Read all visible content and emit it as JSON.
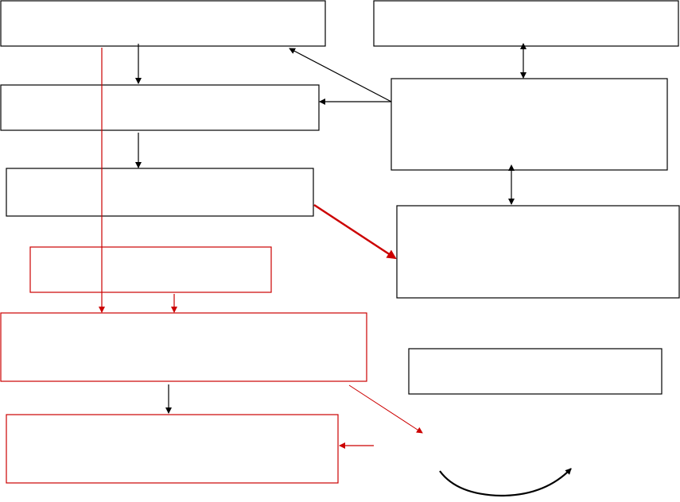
{
  "colors": {
    "black": "#000000",
    "red": "#cc0000",
    "background": "#ffffff"
  },
  "boxes": [
    {
      "id": "box-a",
      "label": "",
      "color": "black"
    },
    {
      "id": "box-b",
      "label": "",
      "color": "black"
    },
    {
      "id": "box-c",
      "label": "",
      "color": "black"
    },
    {
      "id": "box-d",
      "label": "",
      "color": "black"
    },
    {
      "id": "box-e",
      "label": "",
      "color": "black"
    },
    {
      "id": "box-f",
      "label": "",
      "color": "black"
    },
    {
      "id": "box-g",
      "label": "",
      "color": "red"
    },
    {
      "id": "box-h",
      "label": "",
      "color": "red"
    },
    {
      "id": "box-i",
      "label": "",
      "color": "black"
    },
    {
      "id": "box-j",
      "label": "",
      "color": "red"
    }
  ]
}
